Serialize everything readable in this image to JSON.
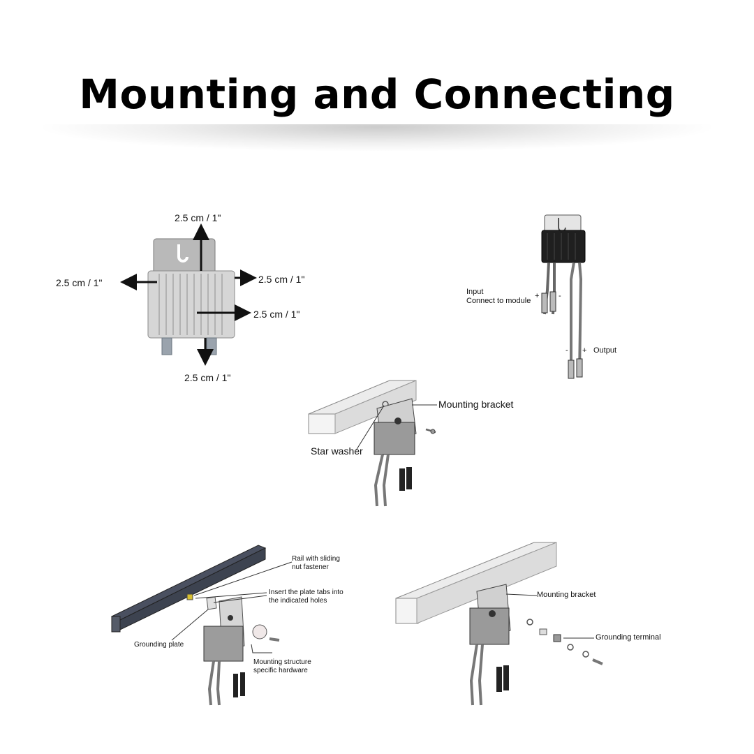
{
  "title": "Mounting and Connecting",
  "clearance": {
    "top": "2.5 cm / 1\"",
    "left": "2.5 cm / 1\"",
    "right": "2.5 cm / 1\"",
    "front": "2.5 cm / 1\"",
    "bottom": "2.5 cm / 1\""
  },
  "optimizer": {
    "input_line1": "Input",
    "input_line2": "Connect to module",
    "input_plus": "+",
    "input_minus": "-",
    "output_minus": "-",
    "output_plus": "+",
    "output": "Output"
  },
  "rail_mount": {
    "mounting_bracket": "Mounting bracket",
    "star_washer": "Star washer"
  },
  "grounding_plate_mount": {
    "rail_line1": "Rail with sliding",
    "rail_line2": "nut fastener",
    "tabs_line1": "Insert the plate tabs into",
    "tabs_line2": "the indicated holes",
    "grounding_plate": "Grounding plate",
    "hardware_line1": "Mounting structure",
    "hardware_line2": "specific hardware"
  },
  "terminal_mount": {
    "mounting_bracket": "Mounting bracket",
    "grounding_terminal": "Grounding terminal"
  },
  "colors": {
    "title": "#000000",
    "rail_dark": "#3d4350",
    "metal": "#c8c8c8",
    "connector": "#222222"
  }
}
